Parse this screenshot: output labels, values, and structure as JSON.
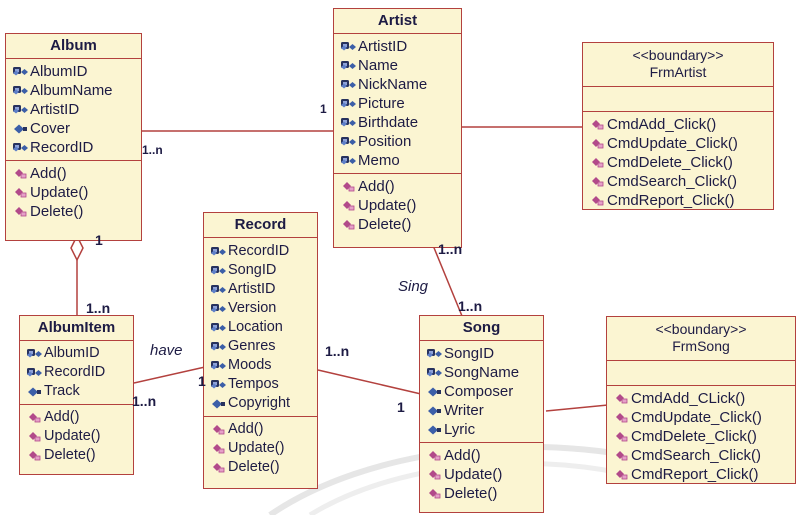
{
  "classes": {
    "album": {
      "name": "Album",
      "attributes": [
        {
          "name": "AlbumID",
          "icon": "key-icon"
        },
        {
          "name": "AlbumName",
          "icon": "key-icon"
        },
        {
          "name": "ArtistID",
          "icon": "key-icon"
        },
        {
          "name": "Cover",
          "icon": "attribute-icon"
        },
        {
          "name": "RecordID",
          "icon": "key-icon"
        }
      ],
      "operations": [
        "Add()",
        "Update()",
        "Delete()"
      ]
    },
    "artist": {
      "name": "Artist",
      "attributes": [
        {
          "name": "ArtistID",
          "icon": "key-icon"
        },
        {
          "name": "Name",
          "icon": "key-icon"
        },
        {
          "name": "NickName",
          "icon": "key-icon"
        },
        {
          "name": "Picture",
          "icon": "key-icon"
        },
        {
          "name": "Birthdate",
          "icon": "key-icon"
        },
        {
          "name": "Position",
          "icon": "key-icon"
        },
        {
          "name": "Memo",
          "icon": "key-icon"
        }
      ],
      "operations": [
        "Add()",
        "Update()",
        "Delete()"
      ]
    },
    "frmartist": {
      "stereotype": "<<boundary>>",
      "name": "FrmArtist",
      "attributes": [],
      "operations": [
        "CmdAdd_Click()",
        "CmdUpdate_Click()",
        "CmdDelete_Click()",
        "CmdSearch_Click()",
        "CmdReport_Click()"
      ]
    },
    "record": {
      "name": "Record",
      "attributes": [
        {
          "name": "RecordID",
          "icon": "key-icon"
        },
        {
          "name": "SongID",
          "icon": "key-icon"
        },
        {
          "name": "ArtistID",
          "icon": "key-icon"
        },
        {
          "name": "Version",
          "icon": "key-icon"
        },
        {
          "name": "Location",
          "icon": "key-icon"
        },
        {
          "name": "Genres",
          "icon": "key-icon"
        },
        {
          "name": "Moods",
          "icon": "key-icon"
        },
        {
          "name": "Tempos",
          "icon": "key-icon"
        },
        {
          "name": "Copyright",
          "icon": "attribute-icon"
        }
      ],
      "operations": [
        "Add()",
        "Update()",
        "Delete()"
      ]
    },
    "albumitem": {
      "name": "AlbumItem",
      "attributes": [
        {
          "name": "AlbumID",
          "icon": "key-icon"
        },
        {
          "name": "RecordID",
          "icon": "key-icon"
        },
        {
          "name": "Track",
          "icon": "attribute-icon"
        }
      ],
      "operations": [
        "Add()",
        "Update()",
        "Delete()"
      ]
    },
    "song": {
      "name": "Song",
      "attributes": [
        {
          "name": "SongID",
          "icon": "key-icon"
        },
        {
          "name": "SongName",
          "icon": "key-icon"
        },
        {
          "name": "Composer",
          "icon": "attribute-icon"
        },
        {
          "name": "Writer",
          "icon": "attribute-icon"
        },
        {
          "name": "Lyric",
          "icon": "attribute-icon"
        }
      ],
      "operations": [
        "Add()",
        "Update()",
        "Delete()"
      ]
    },
    "frmsong": {
      "stereotype": "<<boundary>>",
      "name": "FrmSong",
      "attributes": [],
      "operations": [
        "CmdAdd_CLick()",
        "CmdUpdate_Click()",
        "CmdDelete_Click()",
        "CmdSearch_Click()",
        "CmdReport_Click()"
      ]
    }
  },
  "multiplicities": {
    "album_artist_album": "1..n",
    "album_artist_artist": "1",
    "album_albumitem_album": "1",
    "album_albumitem_item": "1..n",
    "record_albumitem_item": "1..n",
    "record_albumitem_record": "1",
    "artist_song_artist": "1..n",
    "artist_song_song": "1..n",
    "record_song_record": "1..n",
    "record_song_song": "1"
  },
  "roles": {
    "have": "have",
    "sing": "Sing"
  },
  "colors": {
    "class_fill": "#fbf5d2",
    "class_border": "#b3413e",
    "text": "#1d1b44",
    "key_icon": "#3c5fa8",
    "operation_icon": "#b24a8a"
  }
}
